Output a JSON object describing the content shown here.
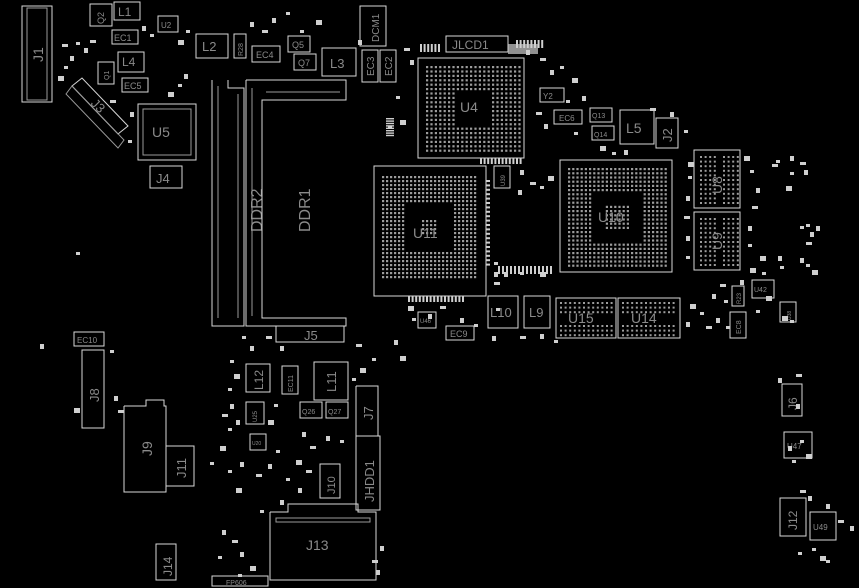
{
  "title": "",
  "colors": {
    "background": "#000000",
    "outline": "#d8d8d8",
    "label": "#8a8a8a",
    "pad": "#cfcfcf"
  },
  "components": {
    "J1": "J1",
    "Q2": "Q2",
    "L1": "L1",
    "U2": "U2",
    "EC1": "EC1",
    "L4": "L4",
    "Q1": "Q1",
    "EC5": "EC5",
    "J3": "J3",
    "U5": "U5",
    "J4": "J4",
    "L2": "L2",
    "R28": "R28",
    "EC4": "EC4",
    "Q5": "Q5",
    "Q7": "Q7",
    "L3": "L3",
    "EC3": "EC3",
    "EC2": "EC2",
    "DCM1": "DCM1",
    "JLCD1": "JLCD1",
    "U4": "U4",
    "Y2": "Y2",
    "EC6": "EC6",
    "Q13": "Q13",
    "Q14": "Q14",
    "L5": "L5",
    "J2": "J2",
    "U8": "U8",
    "U9": "U9",
    "U10": "U10",
    "U11": "U11",
    "U39": "U39",
    "DDR2": "DDR2",
    "DDR1": "DDR1",
    "J5": "J5",
    "L10": "L10",
    "L9": "L9",
    "U15": "U15",
    "U14": "U14",
    "EC9": "EC9",
    "U46": "U46",
    "U42": "U42",
    "EC8": "EC8",
    "R23": "R23",
    "EC10": "EC10",
    "J8": "J8",
    "J9": "J9",
    "J11": "J11",
    "L12": "L12",
    "EC11": "EC11",
    "L11": "L11",
    "Q26": "Q26",
    "Q27": "Q27",
    "J7": "J7",
    "JHDD1": "JHDD1",
    "J10": "J10",
    "J13": "J13",
    "J14": "J14",
    "J6": "J6",
    "U47": "U47",
    "J12": "J12",
    "U49": "U49",
    "U38": "U38",
    "U25": "U25",
    "U20": "U20",
    "FP606": "FP606"
  }
}
